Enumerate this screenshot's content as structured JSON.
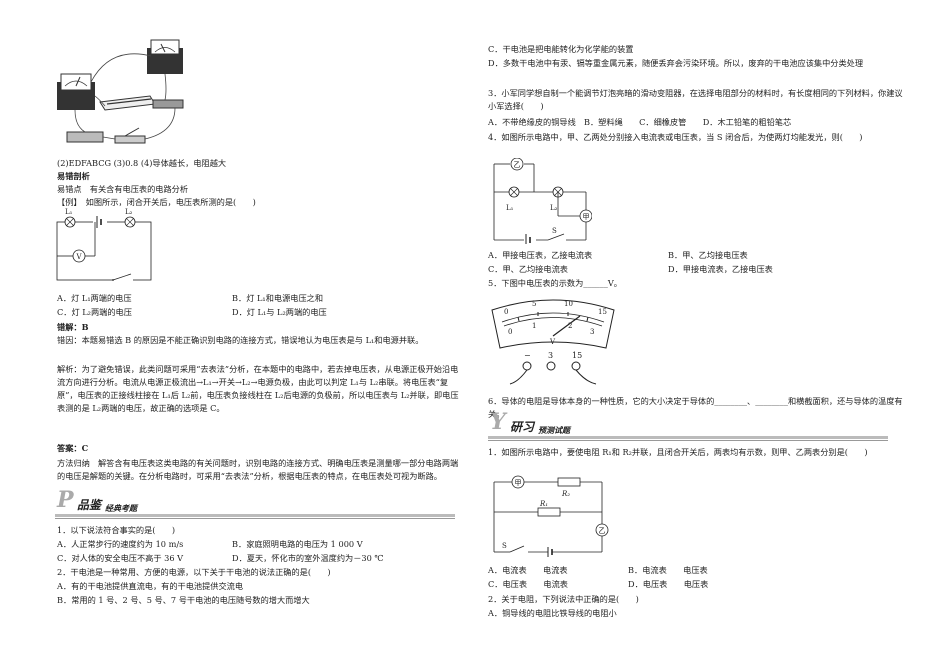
{
  "left": {
    "answers_line": "(2)EDFABCG  (3)0.8  (4)导体越长，电阻越大",
    "section1_title": "易错剖析",
    "error_point": "易错点　有关含有电压表的电路分析",
    "example_q": "【例】　如图所示，闭合开关后，电压表所测的是(　　)",
    "opt_a": "A．灯 L₁两端的电压",
    "opt_b": "B．灯 L₁和电源电压之和",
    "opt_c": "C．灯 L₂两端的电压",
    "opt_d": "D．灯 L₁与 L₂两端的电压",
    "wrong_answer": "错解：B",
    "wrong_cause": "错因：本题易错选 B 的原因是不能正确识别电路的连接方式，错误地认为电压表是与 L₁和电源并联。",
    "analysis": "解析：为了避免错误，此类问题可采用“去表法”分析，在本题中的电路中，若去掉电压表，从电源正极开始沿电流方向进行分析。电流从电源正极流出→L₁→开关→L₂→电源负极，由此可以判定 L₁与 L₂串联。将电压表“复原”，电压表的正接线柱接在 L₁后 L₂前，电压表负接线柱在 L₂后电源的负极前，所以电压表与 L₂并联，即电压表测的是 L₂两端的电压，故正确的选项是 C。",
    "answer": "答案：C",
    "method": "方法归纳　解答含有电压表这类电路的有关问题时，识别电路的连接方式、明确电压表是测量哪一部分电路两端的电压是解题的关键。在分析电路时，可采用“去表法”分析，根据电压表的特点，在电压表处可视为断路。",
    "header_main": "品鉴",
    "header_sub": "经典考题",
    "q1": "1．以下说法符合事实的是(　　)",
    "q1a": "A．人正常步行的速度约为 10 m/s",
    "q1b": "B．家庭照明电路的电压为 1 000 V",
    "q1c": "C．对人体的安全电压不高于 36 V",
    "q1d": "D．夏天，怀化市的室外温度约为－30 ℃",
    "q2": "2．干电池是一种常用、方便的电源，以下关于干电池的说法正确的是(　　)",
    "q2a": "A．有的干电池提供直流电，有的干电池提供交流电",
    "q2b": "B．常用的 1 号、2 号、5 号、7 号干电池的电压随号数的增大而增大",
    "circuit_labels": {
      "L1": "L₁",
      "L2": "L₂",
      "V": "V"
    }
  },
  "right": {
    "q2c": "C．干电池是把电能转化为化学能的装置",
    "q2d": "D．多数干电池中有汞、镉等重金属元素，随便丢弃会污染环境。所以，废弃的干电池应该集中分类处理",
    "q3": "3．小军同学想自制一个能调节灯泡亮暗的滑动变阻器，在选择电阻部分的材料时，有长度相同的下列材料，你建议小军选择(　　)",
    "q3opts": "A．不带绝缘皮的铜导线　B．塑料绳　　C．细橡皮管　　D．木工铅笔的粗铅笔芯",
    "q4": "4．如图所示电路中，甲、乙两处分别接入电流表或电压表，当 S 闭合后，为使两灯均能发光，则(　　)",
    "q4a": "A．甲接电压表，乙接电流表",
    "q4b": "B．甲、乙均接电压表",
    "q4c": "C．甲、乙均接电流表",
    "q4d": "D．甲接电流表，乙接电压表",
    "q5": "5．下图中电压表的示数为______V。",
    "q6": "6．导体的电阻是导体本身的一种性质，它的大小决定于导体的________、________和横截面积，还与导体的温度有关。",
    "header_main": "研习",
    "header_sub": "预测试题",
    "p1": "1．如图所示电路中，要使电阻 R₁和 R₂并联，且闭合开关后，两表均有示数，则甲、乙两表分别是(　　)",
    "p1a": "A．电流表　　电流表",
    "p1b": "B．电流表　　电压表",
    "p1c": "C．电压表　　电流表",
    "p1d": "D．电压表　　电压表",
    "p2": "2．关于电阻，下列说法中正确的是(　　)",
    "p2a": "A．铜导线的电阻比铁导线的电阻小",
    "circuit_labels": {
      "jia": "甲",
      "yi": "乙",
      "L1": "L₁",
      "L2": "L₂",
      "R1": "R₁",
      "R2": "R₂",
      "S": "S"
    },
    "meter": {
      "scale_top": [
        "0",
        "5",
        "10",
        "15"
      ],
      "scale_bottom": [
        "0",
        "1",
        "2",
        "3"
      ],
      "terminals": [
        "−",
        "3",
        "15"
      ],
      "unit": "V"
    }
  }
}
